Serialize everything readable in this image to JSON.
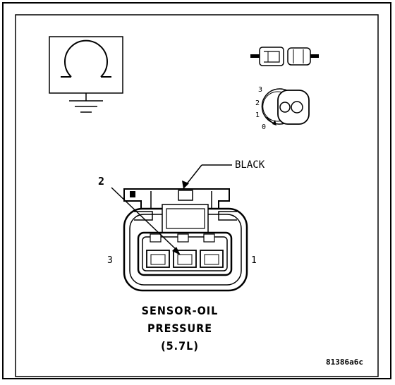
{
  "diagram": {
    "callout_black": "BLACK",
    "callout_pin": "2",
    "pin_left": "3",
    "pin_right": "1",
    "title_line1": "SENSOR-OIL",
    "title_line2": "PRESSURE",
    "title_line3": "(5.7L)",
    "figure_id": "81386a6c",
    "ignition_positions": [
      "3",
      "2",
      "1",
      "0"
    ],
    "icons": [
      "ohmmeter-ground-icon",
      "connector-unplug-icon",
      "ignition-key-icon"
    ]
  }
}
